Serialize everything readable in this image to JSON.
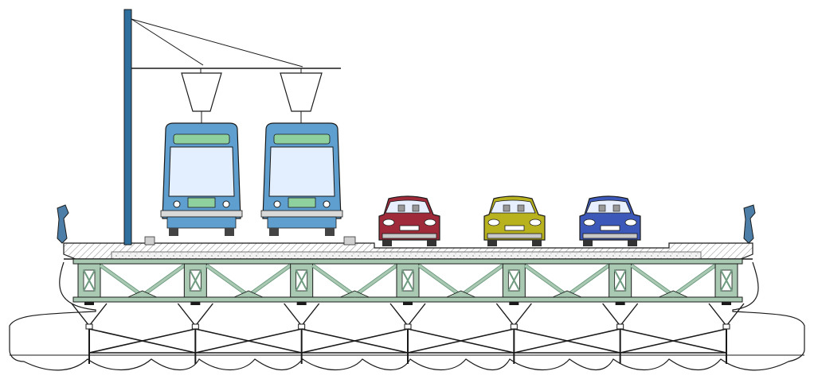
{
  "colors": {
    "background": "#ffffff",
    "outline": "#1a1a1a",
    "pole": "#2e6f9e",
    "tram_body": "#5f9fcf",
    "tram_window": "#e3efff",
    "tram_accent": "#8fd19e",
    "tram_skirt": "#d9d9d9",
    "truss": "#a9c9b3",
    "truss_dark": "#6f9b80",
    "deck_hatch": "#8a8a8a",
    "railing": "#4d7ea8",
    "car_red": "#9e2a3a",
    "car_olive": "#b9b21f",
    "car_blue": "#3c58b8"
  },
  "elements": {
    "catenary_pole": "overhead-line-pole",
    "pantographs": 2,
    "trams": 2,
    "cars": [
      {
        "name": "red-car",
        "color": "car_red"
      },
      {
        "name": "olive-car",
        "color": "car_olive"
      },
      {
        "name": "blue-car",
        "color": "car_blue"
      }
    ],
    "truss_panels": 7,
    "railings": [
      "left-railing",
      "right-railing"
    ]
  }
}
